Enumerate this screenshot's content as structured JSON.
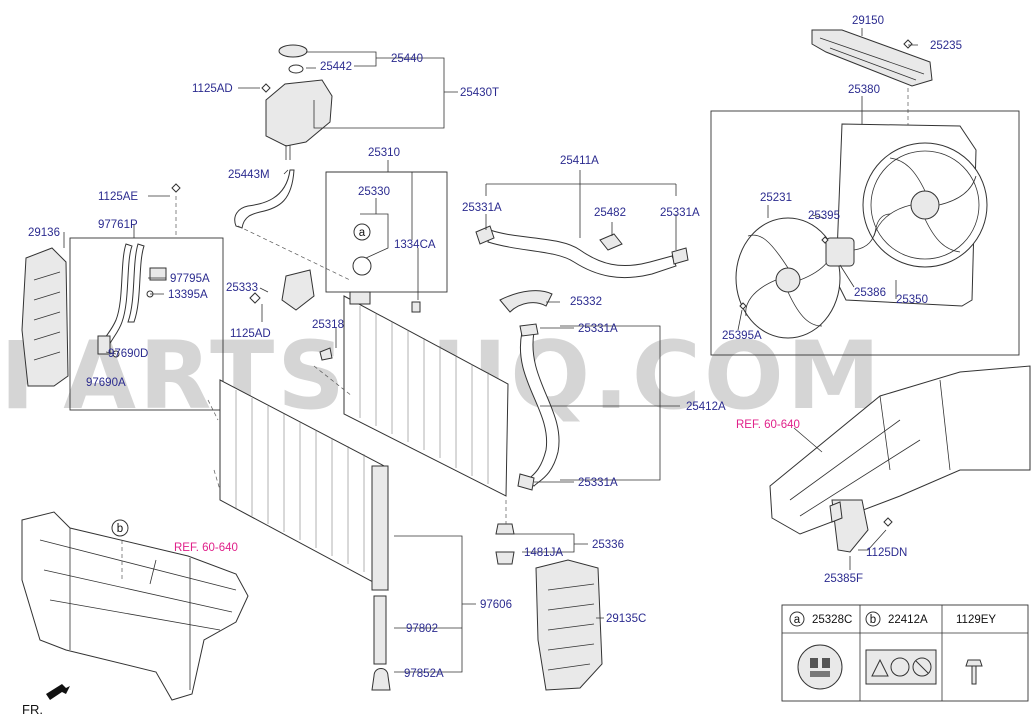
{
  "watermark": "PARTSOUQ.COM",
  "orientation_label": "FR.",
  "callouts": {
    "c29150": "29150",
    "c25235": "25235",
    "c25380": "25380",
    "c25231": "25231",
    "c25395": "25395",
    "c25386": "25386",
    "c25350": "25350",
    "c25395A": "25395A",
    "c25440": "25440",
    "c25442": "25442",
    "c1125AD_top": "1125AD",
    "c25430T": "25430T",
    "c25443M": "25443M",
    "c25310": "25310",
    "c25330": "25330",
    "c1334CA": "1334CA",
    "c25411A": "25411A",
    "c25331A_1": "25331A",
    "c25482": "25482",
    "c25331A_2": "25331A",
    "c1125AE": "1125AE",
    "c97761P": "97761P",
    "c29136": "29136",
    "c97795A": "97795A",
    "c13395A": "13395A",
    "c97690D": "97690D",
    "c97690A": "97690A",
    "c25333": "25333",
    "c1125AD_mid": "1125AD",
    "c25318": "25318",
    "c25332": "25332",
    "c25331A_3": "25331A",
    "c25412A": "25412A",
    "c25331A_4": "25331A",
    "c25336": "25336",
    "c1481JA": "1481JA",
    "c97606": "97606",
    "c97802": "97802",
    "c97852A": "97852A",
    "c29135C": "29135C",
    "c1125DN": "1125DN",
    "c25385F": "25385F"
  },
  "references": {
    "ref_right": "REF. 60-640",
    "ref_left": "REF. 60-640"
  },
  "markers": {
    "a": "a",
    "b": "b"
  },
  "legend_table": {
    "col_a_marker": "a",
    "col_a_part": "25328C",
    "col_b_marker": "b",
    "col_b_part": "22412A",
    "col_c_part": "1129EY"
  }
}
